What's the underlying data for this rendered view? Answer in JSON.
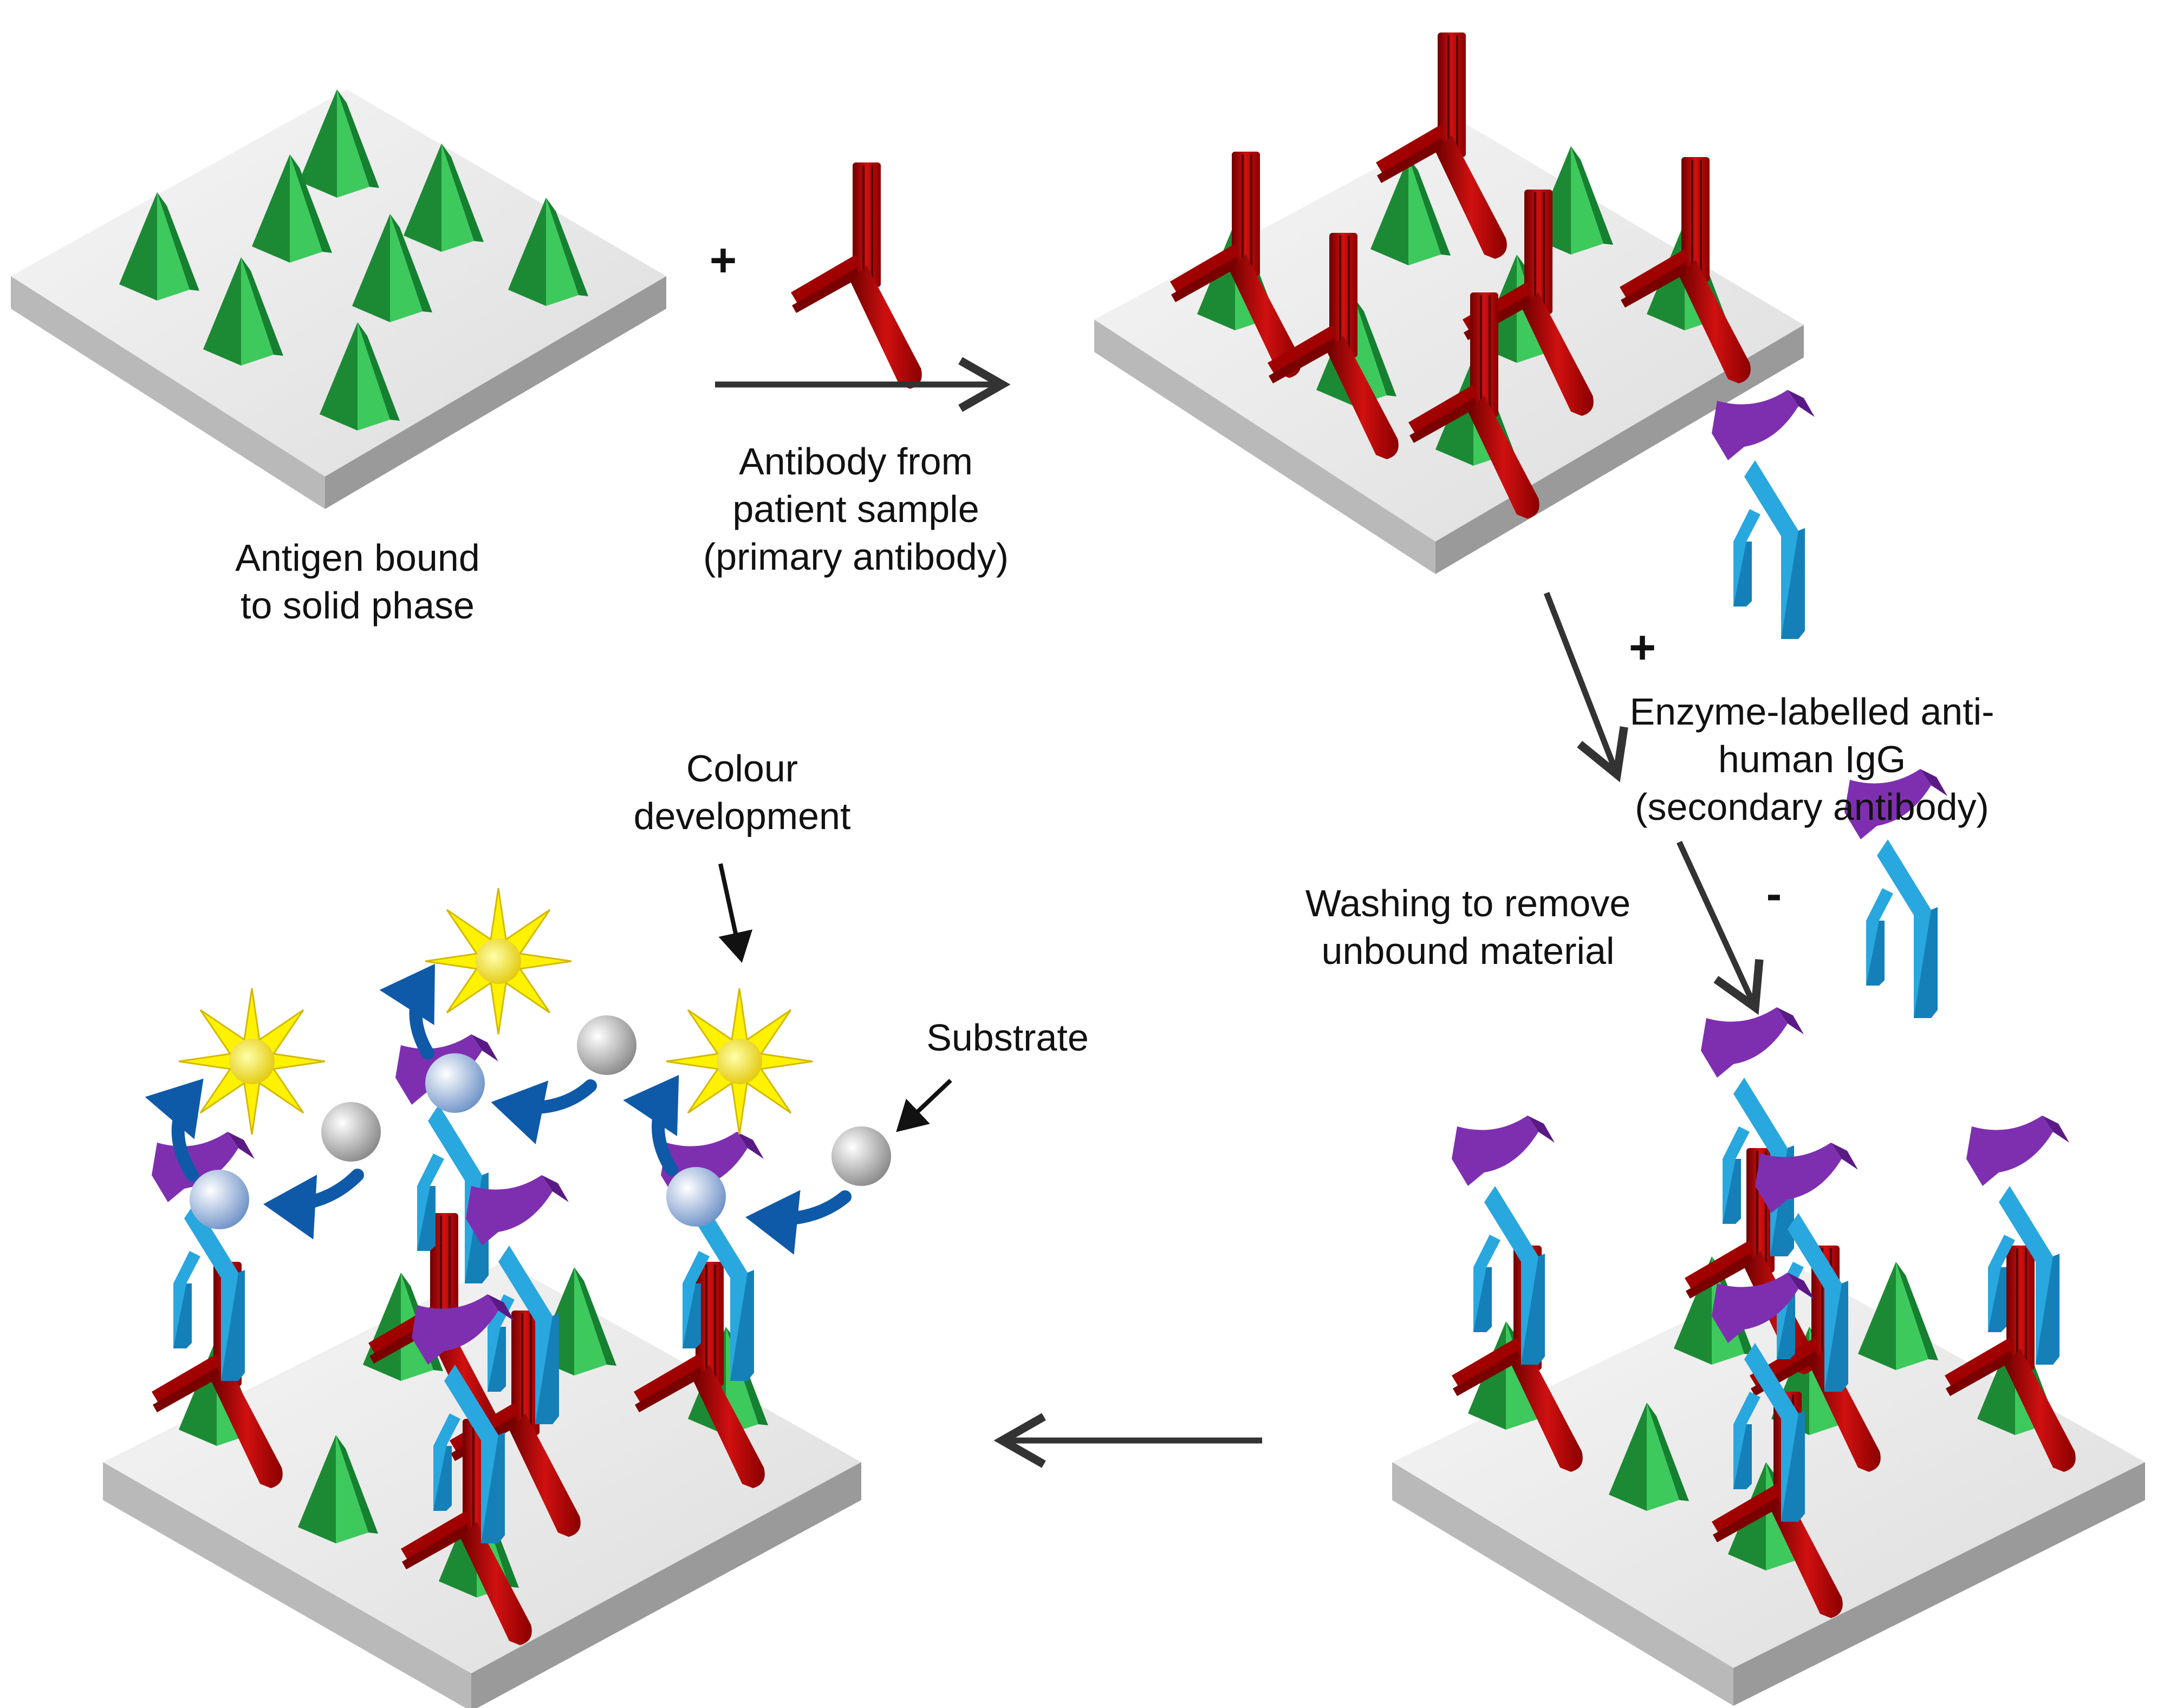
{
  "labels": {
    "antigen": [
      "Antigen bound",
      "to solid phase"
    ],
    "primary": [
      "Antibody from",
      "patient sample",
      "(primary antibody)"
    ],
    "secondary": [
      "Enzyme-labelled anti-",
      "human IgG",
      "(secondary antibody)"
    ],
    "washing": [
      "Washing to remove",
      "unbound material"
    ],
    "colour": [
      "Colour",
      "development"
    ],
    "substrate": "Substrate"
  },
  "symbols": {
    "plus": "+",
    "minus": "-"
  },
  "colors": {
    "plate_top": "#eeeeee",
    "plate_side": "#a8a8a8",
    "antigen": "#22a040",
    "primary_antibody": "#b00000",
    "secondary_antibody": "#29a7df",
    "enzyme": "#7e2fb0",
    "bound_substrate": "#a8c8ec",
    "substrate": "#dcdcdc",
    "product": "#ffe600",
    "cycle_arrow": "#0f5aa8",
    "arrow": "#333333"
  }
}
